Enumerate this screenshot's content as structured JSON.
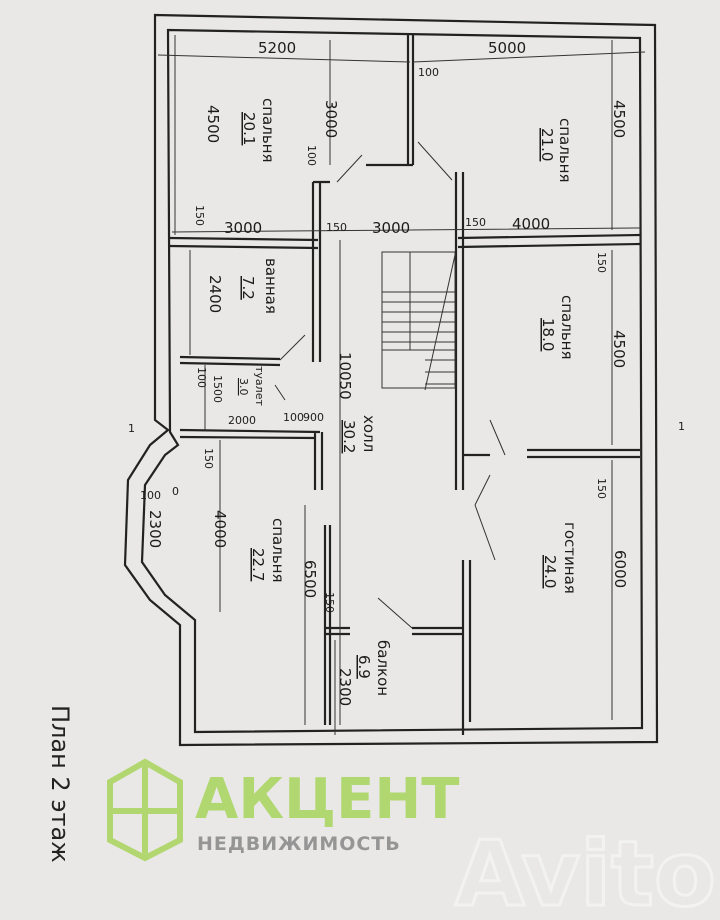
{
  "plan_title": "План 2 этаж",
  "watermark": {
    "brand": "АКЦЕНТ",
    "subtitle": "НЕДВИЖИМОСТЬ",
    "site": "Avito"
  },
  "section_marker": "1",
  "rooms": [
    {
      "name": "спальня",
      "area": "20.1"
    },
    {
      "name": "спальня",
      "area": "21.0"
    },
    {
      "name": "ванная",
      "area": "7.2"
    },
    {
      "name": "спальня",
      "area": "18.0"
    },
    {
      "name": "туалет",
      "area": "3.0"
    },
    {
      "name": "холл",
      "area": "30.2"
    },
    {
      "name": "спальня",
      "area": "22.7"
    },
    {
      "name": "гостиная",
      "area": "24.0"
    },
    {
      "name": "балкон",
      "area": "6.9"
    }
  ],
  "dimensions": {
    "top_left": "5200",
    "top_right": "5000",
    "wall_top": "100",
    "bed1_depth": "3000",
    "bed1_len": "4500",
    "wall_100a": "100",
    "bed2_len": "4500",
    "row_150a": "150",
    "row_3000a": "3000",
    "row_150b": "150",
    "row_3000b": "3000",
    "row_150c": "150",
    "row_4000": "4000",
    "right_150a": "150",
    "bath_len": "2400",
    "bed3_len": "4500",
    "wc_100": "100",
    "wc_1500": "1500",
    "wc_2000": "2000",
    "wc_100b": "100",
    "wc_900": "900",
    "hall_len": "10050",
    "right_150b": "150",
    "left_150": "150",
    "bay_100": "100",
    "bay_0": "0",
    "bay_2300": "2300",
    "bed4_4000": "4000",
    "bed4_6500": "6500",
    "living_6000": "6000",
    "balc_150": "150",
    "balc_2300": "2300"
  }
}
